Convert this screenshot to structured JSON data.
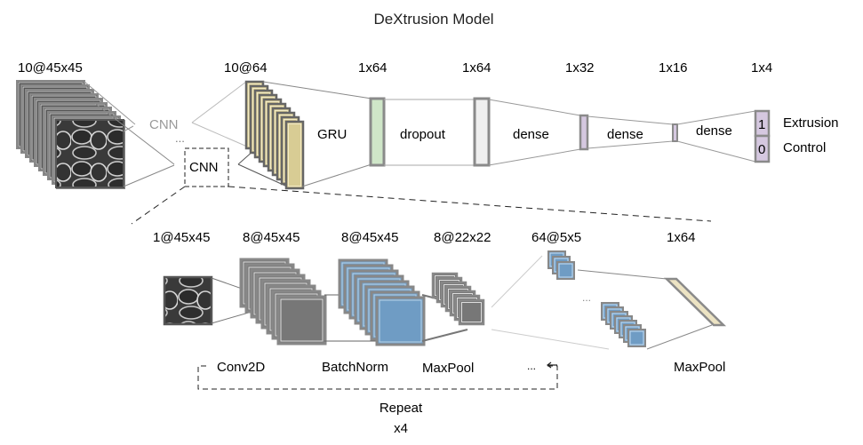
{
  "title": "DeXtrusion Model",
  "top_row": {
    "input_label": "10@45x45",
    "cnn_label_faded": "CNN",
    "cnn_label": "CNN",
    "ellipsis": "...",
    "gru_input_label": "10@64",
    "gru_label": "GRU",
    "layers": [
      {
        "shape": "1x64",
        "op_after": "dropout"
      },
      {
        "shape": "1x64",
        "op_after": "dense"
      },
      {
        "shape": "1x32",
        "op_after": "dense"
      },
      {
        "shape": "1x16",
        "op_after": "dense"
      },
      {
        "shape": "1x4",
        "op_after": ""
      }
    ],
    "outputs": [
      {
        "value": "1",
        "label": "Extrusion"
      },
      {
        "value": "0",
        "label": "Control"
      }
    ]
  },
  "bottom_row": {
    "shapes": [
      "1@45x45",
      "8@45x45",
      "8@45x45",
      "8@22x22",
      "64@5x5",
      "1x64"
    ],
    "ops": [
      "Conv2D",
      "BatchNorm",
      "MaxPool",
      "MaxPool"
    ],
    "ellipsis": "...",
    "repeat_label": "Repeat",
    "repeat_count": "x4"
  },
  "colors": {
    "gru_fill": "#d8cc94",
    "green_fill": "#cfe6c8",
    "light_fill": "#efefef",
    "purple_fill": "#d5c8e0",
    "blue_fill": "#6f9cc4",
    "frame_gray": "#8a8a8a",
    "dark_gray": "#4a4a4a"
  }
}
